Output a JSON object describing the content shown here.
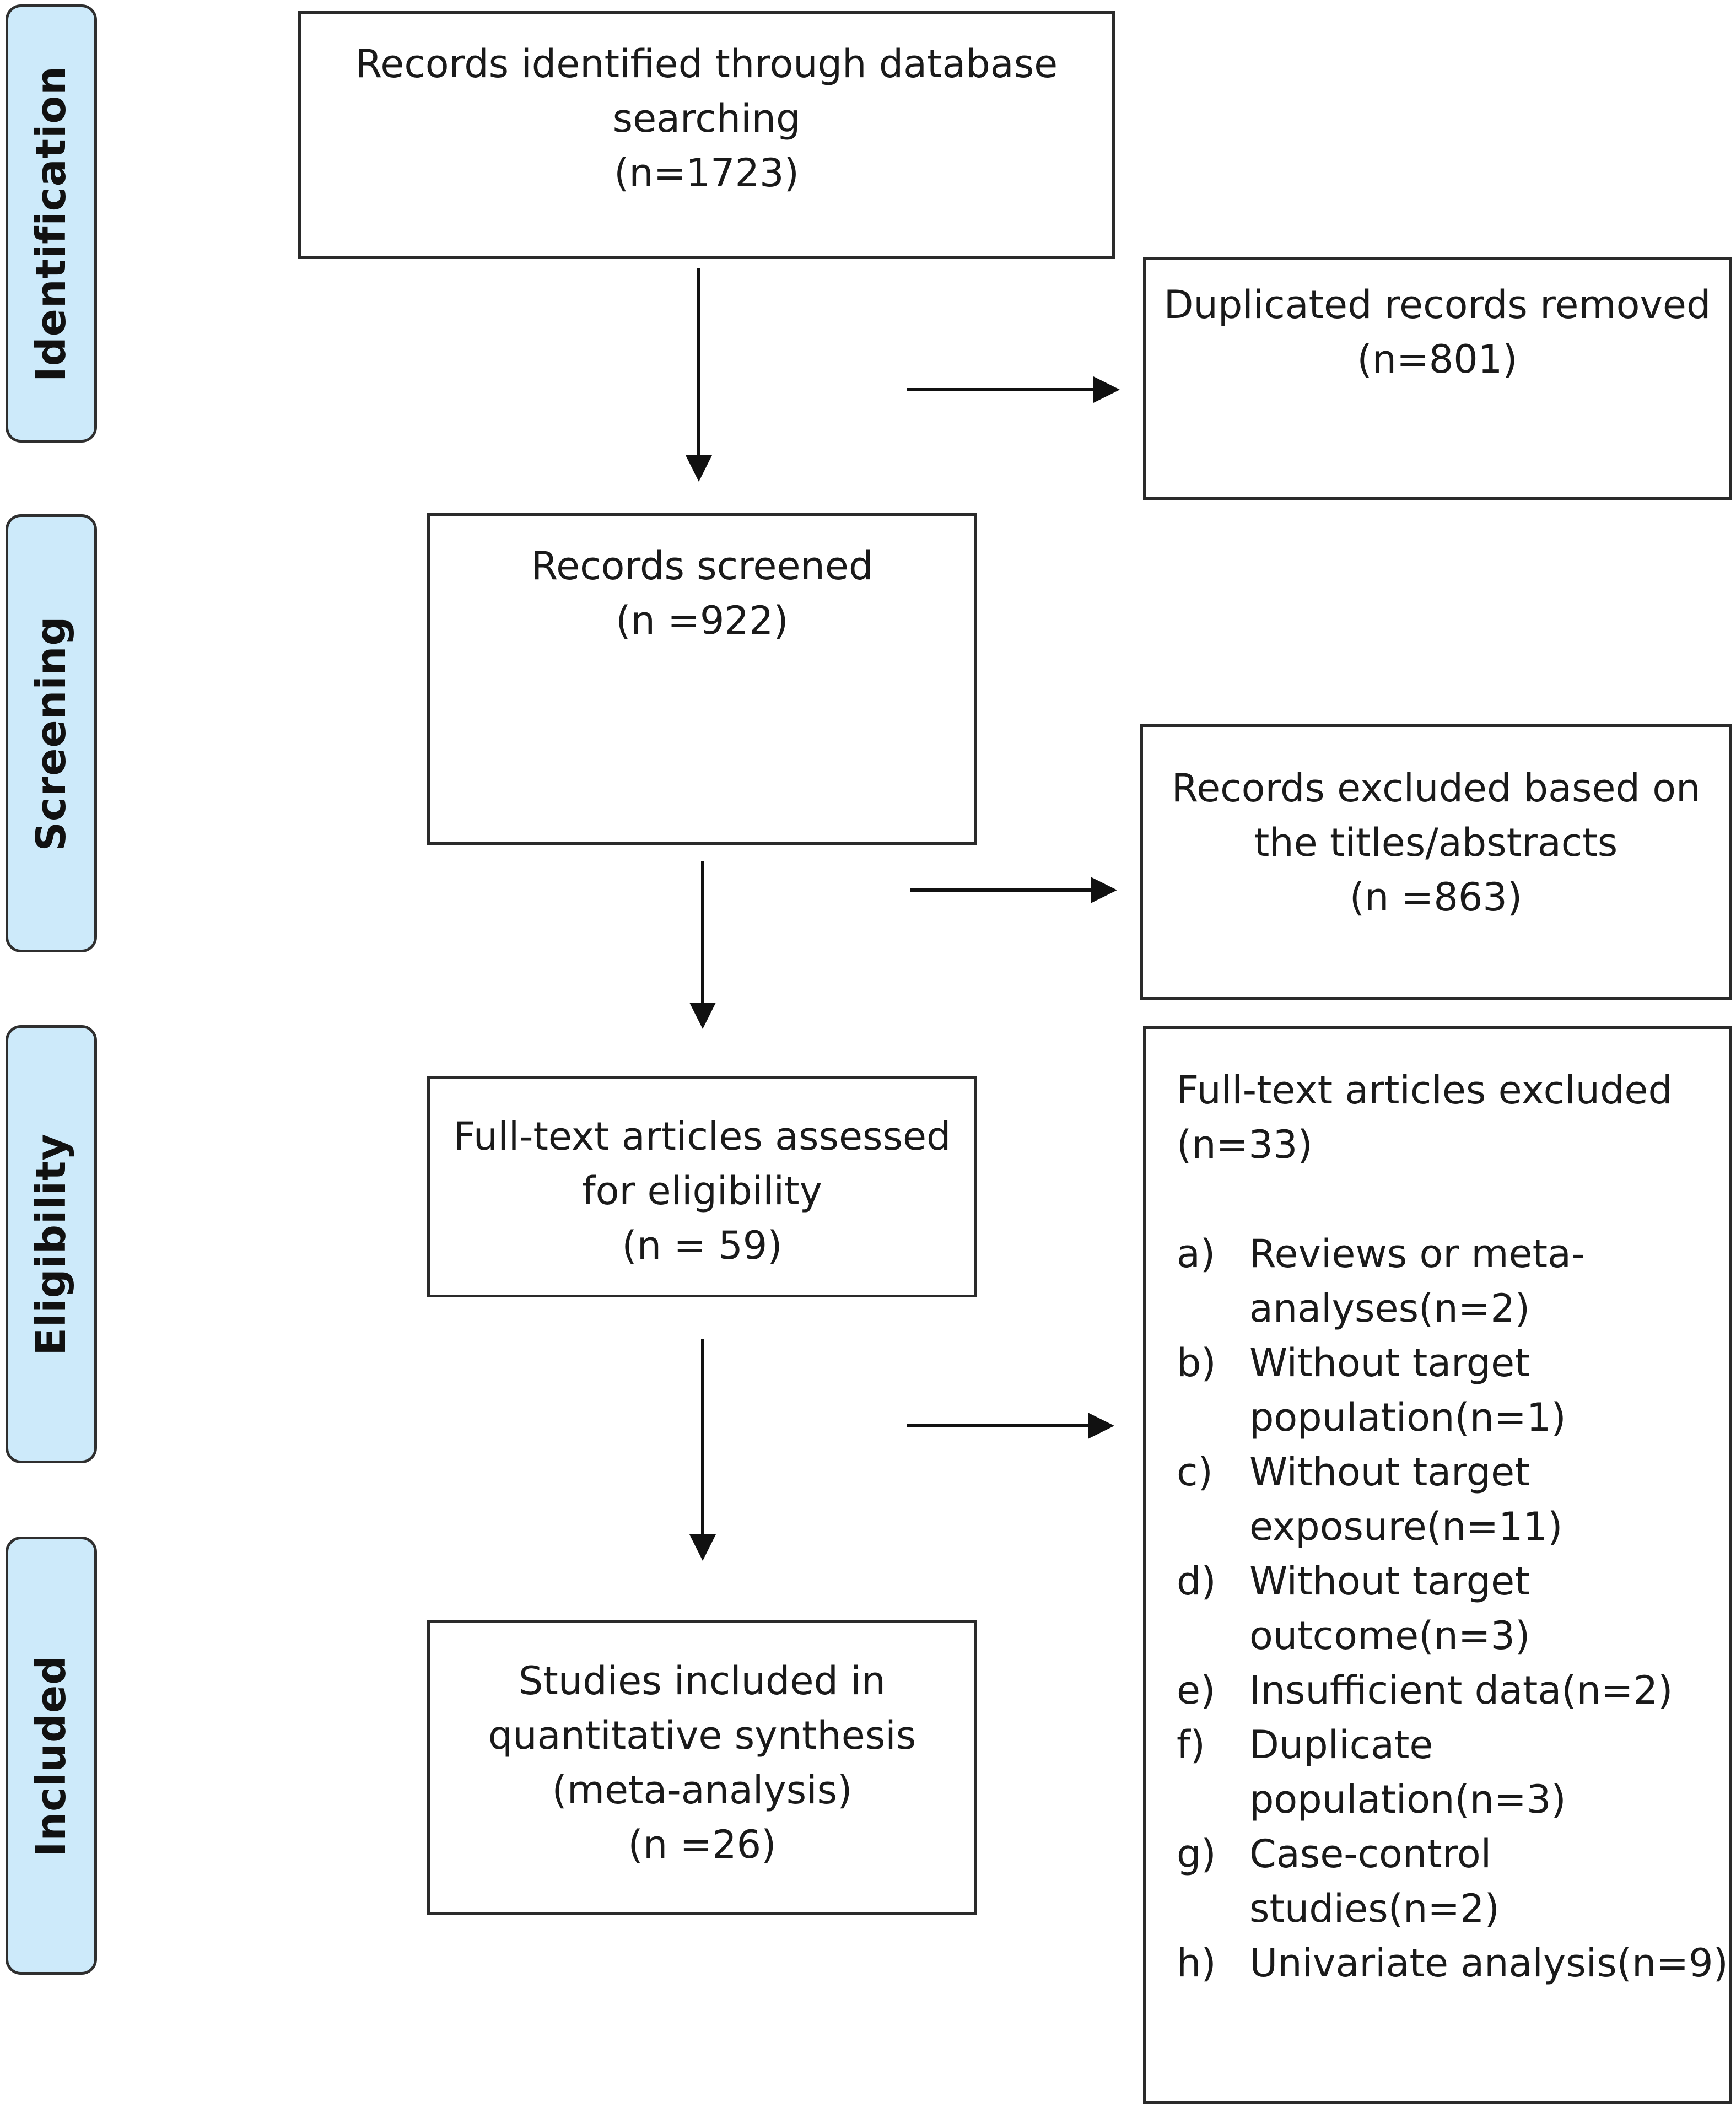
{
  "stages": [
    {
      "id": "identification",
      "label": "Identification"
    },
    {
      "id": "screening",
      "label": "Screening"
    },
    {
      "id": "eligibility",
      "label": "Eligibility"
    },
    {
      "id": "included",
      "label": "Included"
    }
  ],
  "boxes": {
    "identified": {
      "lines": [
        "Records identified through database",
        "searching",
        "(n=1723)"
      ]
    },
    "duplicates": {
      "lines": [
        "Duplicated records removed",
        "(n=801)"
      ]
    },
    "screened": {
      "lines": [
        "Records screened",
        "(n =922)"
      ]
    },
    "excluded_titles": {
      "lines": [
        "Records excluded based on",
        "the titles/abstracts",
        "(n =863)"
      ]
    },
    "fulltext_assessed": {
      "lines": [
        "Full-text articles assessed",
        "for eligibility",
        "(n = 59)"
      ]
    },
    "included": {
      "lines": [
        "Studies included in",
        "quantitative synthesis",
        "(meta-analysis)",
        "(n =26)"
      ]
    },
    "fulltext_excluded": {
      "header": [
        "Full-text articles excluded",
        "(n=33)"
      ],
      "items": [
        {
          "marker": "a)",
          "lines": [
            "Reviews or meta-",
            "analyses(n=2)"
          ]
        },
        {
          "marker": "b)",
          "lines": [
            "Without target",
            "population(n=1)"
          ]
        },
        {
          "marker": "c)",
          "lines": [
            "Without target",
            "exposure(n=11)"
          ]
        },
        {
          "marker": "d)",
          "lines": [
            "Without target",
            "outcome(n=3)"
          ]
        },
        {
          "marker": "e)",
          "lines": [
            "Insufficient data(n=2)"
          ]
        },
        {
          "marker": "f)",
          "lines": [
            "Duplicate",
            "population(n=3)"
          ]
        },
        {
          "marker": "g)",
          "lines": [
            "Case-control",
            "studies(n=2)"
          ]
        },
        {
          "marker": "h)",
          "lines": [
            "Univariate analysis(n=9)"
          ]
        }
      ]
    }
  },
  "colors": {
    "stage_fill": "#cdeafa",
    "border": "#2a2a2a",
    "arrow": "#111111"
  }
}
